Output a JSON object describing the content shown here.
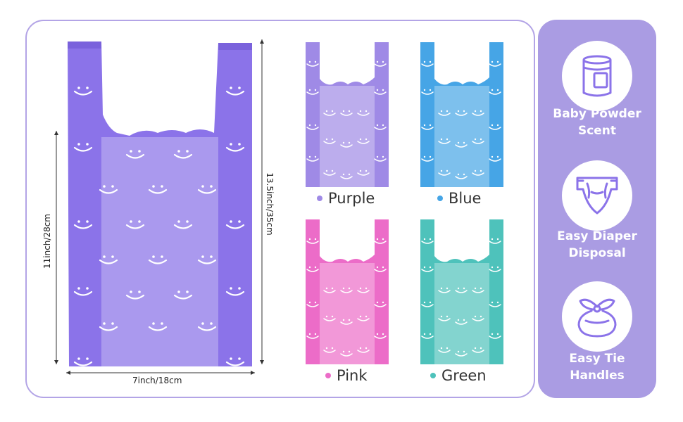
{
  "dimensions": {
    "width_label": "7inch/18cm",
    "height_label": "11inch/28cm",
    "full_height_label": "13.5inch/35cm"
  },
  "colors": [
    {
      "name": "Purple",
      "color": "#9f8ae6"
    },
    {
      "name": "Blue",
      "color": "#46a5e6"
    },
    {
      "name": "Pink",
      "color": "#ec6cc8"
    },
    {
      "name": "Green",
      "color": "#4ec2bb"
    }
  ],
  "main_bag_color": "#8b73e9",
  "accent_color": "#aa9ce3",
  "features": [
    {
      "icon": "powder-can-icon",
      "line1": "Baby Powder",
      "line2": "Scent"
    },
    {
      "icon": "diaper-icon",
      "line1": "Easy Diaper",
      "line2": "Disposal"
    },
    {
      "icon": "tied-bag-icon",
      "line1": "Easy Tie",
      "line2": "Handles"
    }
  ]
}
